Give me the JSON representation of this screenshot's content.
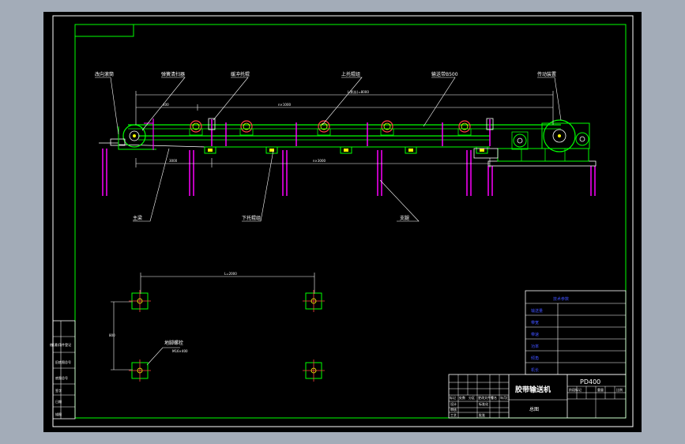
{
  "labels": {
    "tail_roller": "改向滚筒",
    "spring_cleaner": "弹簧清扫器",
    "buffer_idler": "缓冲托辊",
    "upper_idler": "上托辊组",
    "belt": "输送带B500",
    "drive_unit": "传动装置",
    "main_frame": "主梁",
    "lower_idler": "下托辊组",
    "support_leg": "支腿",
    "anchor": "地脚螺栓",
    "anchor_spec": "M16×400"
  },
  "dims": {
    "overall": "L(机长)=8000",
    "seg1": "400",
    "seg2": "n×1000",
    "lower1": "3000",
    "lower2": "n×3000",
    "plan_width": "L=2000",
    "plan_depth": "800"
  },
  "title_block": {
    "machine": "胶带输送机",
    "drawing": "总图",
    "model": "PD400",
    "headers": [
      "标记",
      "处数",
      "分区",
      "更改文件号",
      "签名",
      "年月日"
    ],
    "signers": [
      "设计",
      "审核",
      "工艺"
    ],
    "stage_headers": [
      "阶段标记",
      "重量",
      "比例"
    ],
    "tech_title": "技术参数",
    "tech_rows": [
      "输送量",
      "带宽",
      "带速",
      "功率",
      "倾角",
      "机长"
    ],
    "standardize": "标准化",
    "approve": "批准"
  },
  "side_table": [
    "借(通)用件登记",
    "旧底图总号",
    "底图总号",
    "签字",
    "日期",
    "描图"
  ]
}
